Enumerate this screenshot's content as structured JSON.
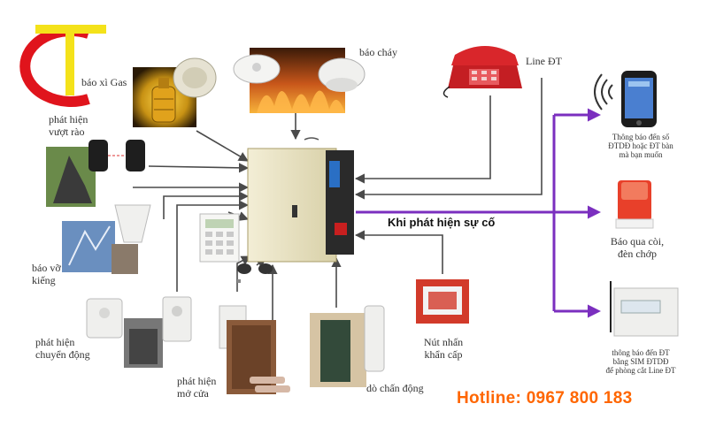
{
  "labels": {
    "gas": "báo xì Gas",
    "fire": "báo cháy",
    "line": "Line ĐT",
    "fence": [
      "phát hiện",
      "vượt rào"
    ],
    "glass": [
      "báo vỡ",
      "kiếng"
    ],
    "motion": [
      "phát hiện",
      "chuyển động"
    ],
    "door": [
      "phát hiện",
      "mở cửa"
    ],
    "vibration": "dò chấn động",
    "panic": [
      "Nút nhấn",
      "khẩn cấp"
    ],
    "event": "Khi phát hiện sự cố",
    "mobile": [
      "Thông báo đến số",
      "ĐTDĐ hoặc ĐT bàn",
      "mà bạn muốn"
    ],
    "siren": [
      "Báo qua còi,",
      "đèn chớp"
    ],
    "sim": [
      "thông báo đến ĐT",
      "bằng SIM ĐTDĐ",
      "để phòng cắt Line ĐT"
    ],
    "hotline": "Hotline: 0967 800 183"
  },
  "colors": {
    "arrow": "#4a4a4a",
    "output_arrow": "#7b2fbf",
    "logo_red": "#e0141c",
    "logo_yellow": "#f4e21a",
    "hotline": "#ff6600",
    "panel": "#ece6c8",
    "phone": "#d9262b",
    "siren": "#e8402a",
    "panic_box": "#d23a2a"
  },
  "icons": {
    "logo": "tc-logo",
    "gas": "gas-cylinder-icon",
    "smoke": "smoke-detector-icon",
    "fire": "fire-background-icon",
    "phone": "desk-phone-icon",
    "mobile": "mobile-phone-icon",
    "siren": "siren-icon",
    "sim": "sim-dialer-icon",
    "panel": "alarm-panel-icon",
    "keypad": "keypad-icon",
    "fence": "beam-sensor-icon",
    "glass": "glass-break-sensor-icon",
    "motion": "pir-sensor-icon",
    "door": "door-contact-icon",
    "vibration": "vibration-sensor-icon",
    "panic": "panic-button-icon",
    "remote": "remote-keyfob-icon"
  }
}
